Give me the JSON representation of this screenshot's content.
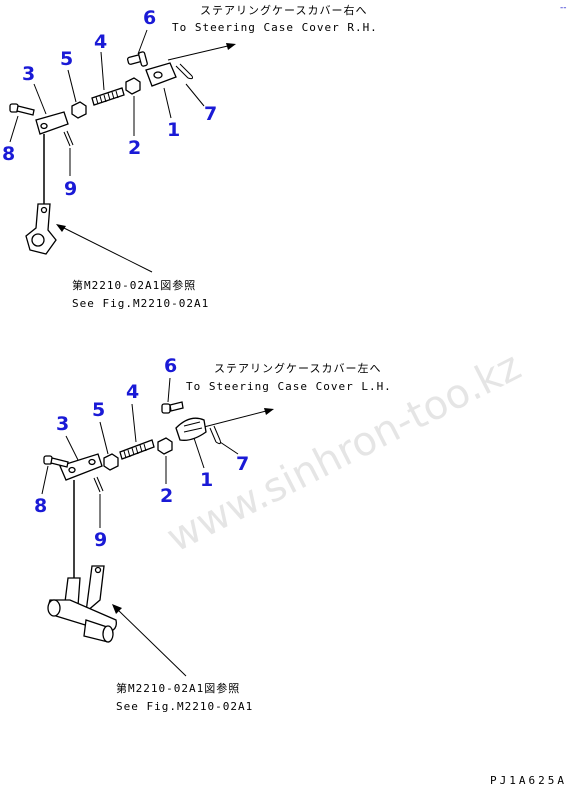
{
  "top_assembly": {
    "callout_jp": "ステアリングケースカバー右へ",
    "callout_en": "To Steering Case Cover R.H.",
    "ref_jp": "第M2210-02A1図参照",
    "ref_en": "See Fig.M2210-02A1",
    "part_numbers": [
      "1",
      "2",
      "3",
      "4",
      "5",
      "6",
      "7",
      "8",
      "9"
    ]
  },
  "bottom_assembly": {
    "callout_jp": "ステアリングケースカバー左へ",
    "callout_en": "To Steering Case Cover L.H.",
    "ref_jp": "第M2210-02A1図参照",
    "ref_en": "See Fig.M2210-02A1",
    "part_numbers": [
      "1",
      "2",
      "3",
      "4",
      "5",
      "6",
      "7",
      "8",
      "9"
    ]
  },
  "watermark": "www.sinhron-too.kz",
  "figure_code": "PJ1A625A",
  "corner_mark": "--"
}
